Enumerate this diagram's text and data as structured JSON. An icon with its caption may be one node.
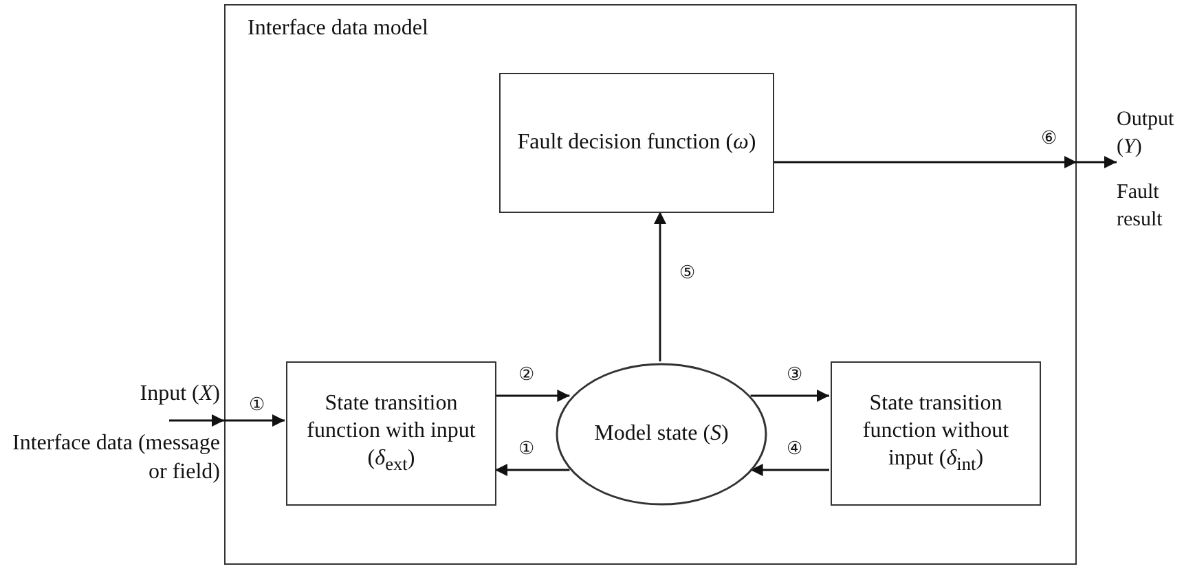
{
  "diagram": {
    "nodes": [
      {
        "text": [
          "Interface data model"
        ]
      },
      {
        "text": [
          "Fault decision function (*ω*)"
        ],
        "in": 0
      },
      {
        "text": [
          "State transition function with input (*δ*$_{ext}$)"
        ],
        "in": 0
      },
      {
        "text": [
          "Model state (*S*)"
        ],
        "in": 0
      },
      {
        "text": [
          "State transition function without input (*δ*$_{int}$)"
        ],
        "in": 0
      },
      {
        "text": [
          "Output (*Y*)",
          "Fault result"
        ]
      }
    ],
    "edges": [
      {
        "from": null,
        "to": 2,
        "arrow": "to",
        "label": "①"
      },
      {
        "from": 2,
        "to": 3,
        "arrow": "to",
        "label": "②"
      },
      {
        "from": 3,
        "to": 2,
        "arrow": "to",
        "label": "①"
      },
      {
        "from": 3,
        "to": 4,
        "arrow": "to",
        "label": "③"
      },
      {
        "from": 4,
        "to": 3,
        "arrow": "to",
        "label": "④"
      },
      {
        "from": 3,
        "to": 1,
        "arrow": "to",
        "label": "⑤"
      },
      {
        "from": 1,
        "to": 5,
        "arrow": "to",
        "label": "⑥"
      }
    ],
    "labels": [
      "Input (*X*)",
      "Interface data (message or field)"
    ]
  }
}
